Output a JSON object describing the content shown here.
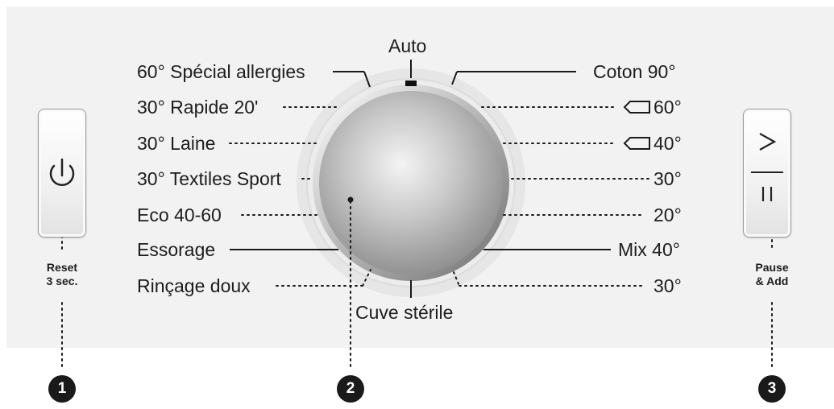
{
  "left_button": {
    "label": "Reset\n3 sec.",
    "icon": "power-icon",
    "marker": "1"
  },
  "right_button": {
    "label": "Pause\n& Add",
    "icon": "play-pause-icon",
    "marker": "3"
  },
  "dial": {
    "marker": "2",
    "top_label": "Auto",
    "bottom_label": "Cuve stérile"
  },
  "programs_left": [
    "60° Spécial allergies",
    "30° Rapide 20'",
    "30° Laine",
    "30° Textiles Sport",
    "Eco 40-60",
    "Essorage",
    "Rinçage doux"
  ],
  "programs_right": [
    "Coton 90°",
    "60°",
    "40°",
    "30°",
    "20°",
    "Mix 40°",
    "30°"
  ],
  "colors": {
    "panel": "#f2f2f2",
    "marker": "#1a1a1a",
    "line": "#1a1a1a"
  }
}
